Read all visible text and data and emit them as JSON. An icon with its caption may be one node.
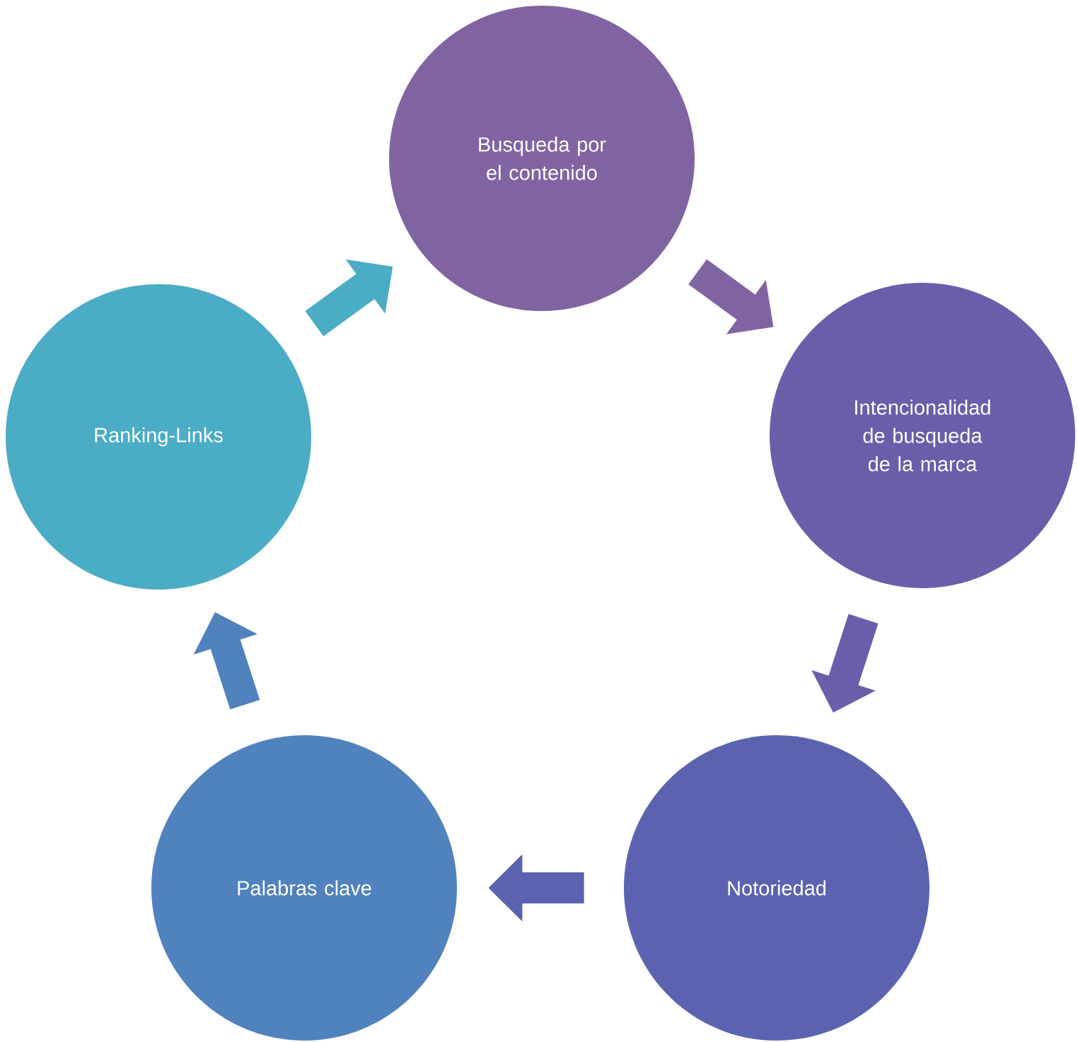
{
  "diagram": {
    "nodes": [
      {
        "text": [
          "Busqueda por el contenido"
        ]
      },
      {
        "text": [
          "Intencionalidad de busqueda de la marca"
        ]
      },
      {
        "text": [
          "Notoriedad"
        ]
      },
      {
        "text": [
          "Palabras clave"
        ]
      },
      {
        "text": [
          "Ranking-Links"
        ]
      }
    ],
    "edges": [
      {
        "from": 0,
        "to": 1,
        "arrow": "to",
        "color": "#8064a2"
      },
      {
        "from": 1,
        "to": 2,
        "arrow": "to",
        "color": "#6a5eaa"
      },
      {
        "from": 2,
        "to": 3,
        "arrow": "to",
        "color": "#5b63b1"
      },
      {
        "from": 3,
        "to": 4,
        "arrow": "to",
        "color": "#5082be"
      },
      {
        "from": 4,
        "to": 0,
        "arrow": "to",
        "color": "#4bacc6"
      }
    ]
  }
}
